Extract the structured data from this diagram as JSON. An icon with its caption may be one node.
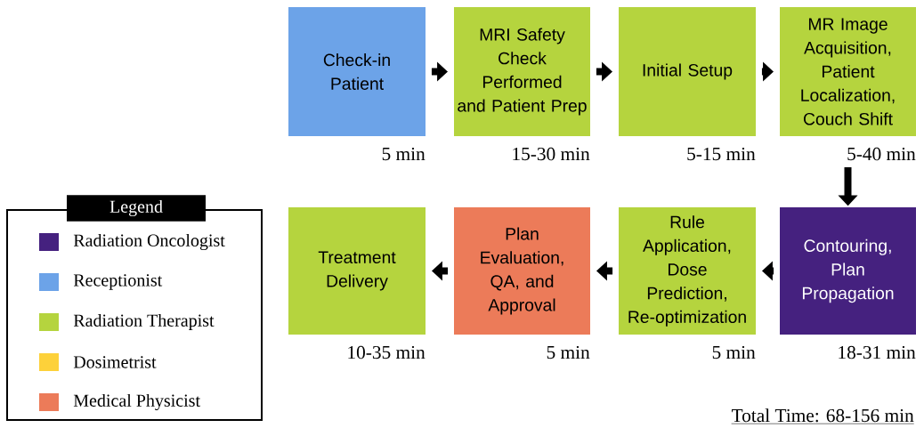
{
  "diagram": {
    "nodes": [
      {
        "text": [
          "Check-in Patient"
        ],
        "beside": [
          "5 min"
        ]
      },
      {
        "text": [
          "MRI Safety Check Performed and Patient Prep"
        ],
        "beside": [
          "15-30 min"
        ]
      },
      {
        "text": [
          "Initial Setup"
        ],
        "beside": [
          "5-15 min"
        ]
      },
      {
        "text": [
          "MR Image Acquisition, Patient Localization, Couch Shift"
        ],
        "beside": [
          "5-40 min"
        ]
      },
      {
        "text": [
          "Contouring, Plan Propagation"
        ],
        "beside": [
          "18-31 min"
        ]
      },
      {
        "text": [
          "Rule Application, Dose Prediction, Re-optimization"
        ],
        "beside": [
          "5 min"
        ]
      },
      {
        "text": [
          "Plan Evaluation, QA, and Approval"
        ],
        "beside": [
          "5 min"
        ]
      },
      {
        "text": [
          "Treatment Delivery"
        ],
        "beside": [
          "10-35 min"
        ]
      }
    ],
    "edges": [
      {
        "from": 0,
        "to": 1,
        "arrow": "to"
      },
      {
        "from": 1,
        "to": 2,
        "arrow": "to"
      },
      {
        "from": 2,
        "to": 3,
        "arrow": "to"
      },
      {
        "from": 3,
        "to": 4,
        "arrow": "to"
      },
      {
        "from": 4,
        "to": 5,
        "arrow": "to"
      },
      {
        "from": 5,
        "to": 6,
        "arrow": "to"
      },
      {
        "from": 6,
        "to": 7,
        "arrow": "to"
      }
    ],
    "labels": [
      "Legend",
      "Total Time: 68-156 min"
    ],
    "legend": [
      {
        "text": "Radiation Oncologist",
        "color": "#45217f"
      },
      {
        "text": "Receptionist",
        "color": "#6ca3e8"
      },
      {
        "text": "Radiation Therapist",
        "color": "#b5d43e"
      },
      {
        "text": "Dosimetrist",
        "color": "#fdd13a"
      },
      {
        "text": "Medical Physicist",
        "color": "#ec7b59"
      }
    ]
  }
}
